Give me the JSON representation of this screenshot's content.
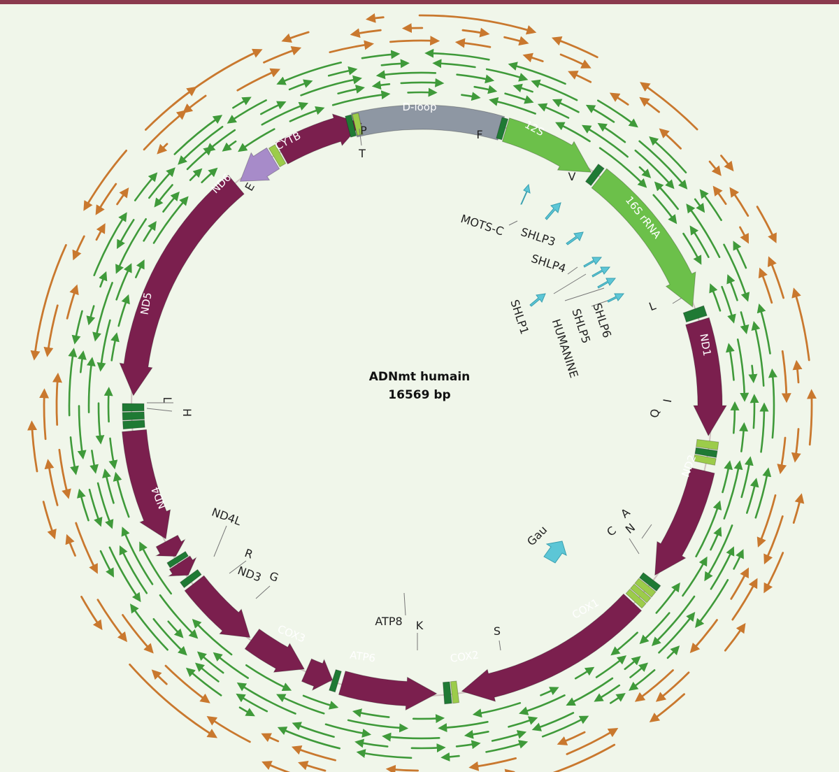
{
  "center": {
    "title": "ADNmt humain",
    "size": "16569 bp"
  },
  "colors": {
    "background": "#f0f6ea",
    "header_bar": "#8b3a4e",
    "protein_gene": "#7b1f4e",
    "rrna_gene": "#6cc04a",
    "trna_dark": "#1f7a34",
    "trna_light": "#9ccc4a",
    "dloop": "#8e97a3",
    "nd6": "#a78bc9",
    "peptide": "#5cc6d6",
    "transcript_green": "#3f9a3a",
    "transcript_orange": "#c9782e"
  },
  "genes": [
    {
      "id": "dloop",
      "label": "D-loop"
    },
    {
      "id": "12s",
      "label": "12S"
    },
    {
      "id": "16s",
      "label": "16S rRNA"
    },
    {
      "id": "nd1",
      "label": "ND1"
    },
    {
      "id": "nd2",
      "label": "ND2"
    },
    {
      "id": "cox1",
      "label": "COX1"
    },
    {
      "id": "cox2",
      "label": "COX2"
    },
    {
      "id": "atp6",
      "label": "ATP6"
    },
    {
      "id": "cox3",
      "label": "COX3"
    },
    {
      "id": "nd4",
      "label": "ND4"
    },
    {
      "id": "nd5",
      "label": "ND5"
    },
    {
      "id": "nd6",
      "label": "ND6"
    },
    {
      "id": "cytb",
      "label": "CYTB"
    }
  ],
  "trna_labels": {
    "P": "P",
    "T": "T",
    "F": "F",
    "V": "V",
    "L1": "L",
    "I": "I",
    "Q": "Q",
    "A": "A",
    "N": "N",
    "C": "C",
    "S": "S",
    "K": "K",
    "ATP8": "ATP8",
    "G": "G",
    "ND3": "ND3",
    "R": "R",
    "ND4L": "ND4L",
    "H": "H",
    "L2": "L",
    "E": "E"
  },
  "peptides": {
    "mots_c": "MOTS-C",
    "shlp3": "SHLP3",
    "shlp4": "SHLP4",
    "shlp1": "SHLP1",
    "humanine": "HUMANINE",
    "shlp5": "SHLP5",
    "shlp6": "SHLP6",
    "gau": "Gau"
  }
}
